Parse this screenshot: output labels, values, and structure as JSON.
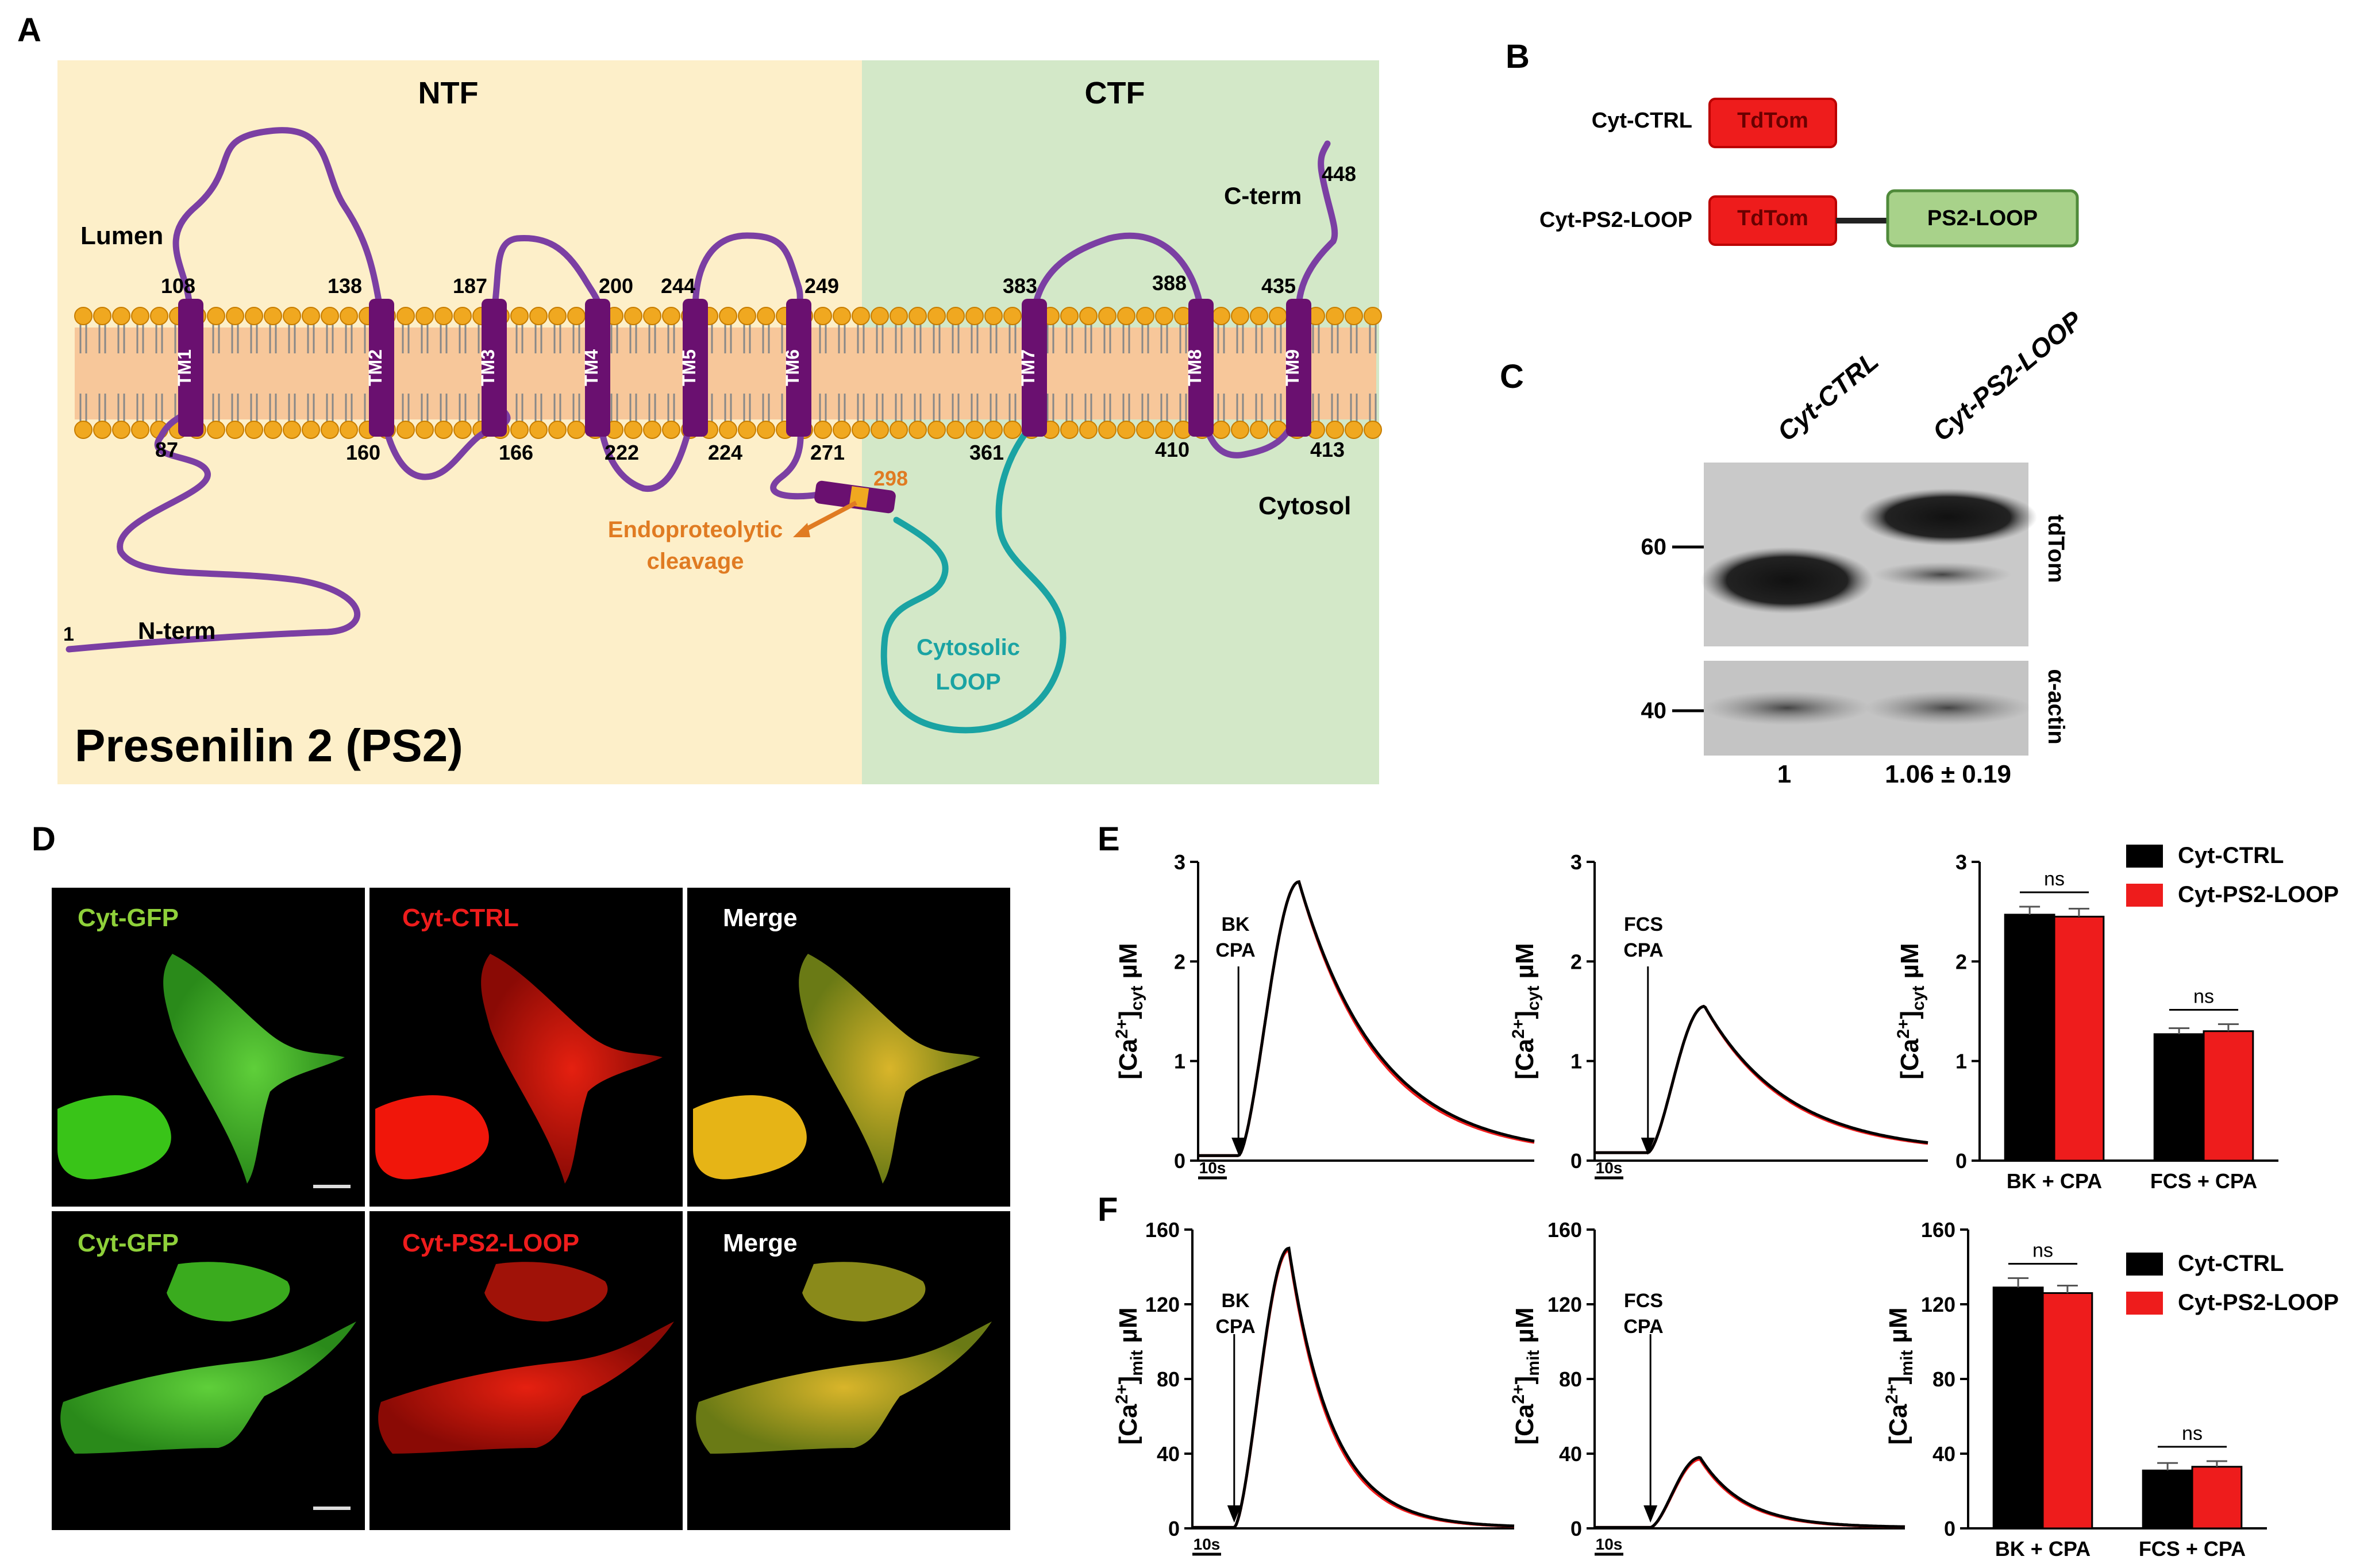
{
  "panels": {
    "a": "A",
    "b": "B",
    "c": "C",
    "d": "D",
    "e": "E",
    "f": "F"
  },
  "panel_a": {
    "ntf": "NTF",
    "ctf": "CTF",
    "lumen": "Lumen",
    "cytosol": "Cytosol",
    "nterm": "N-term",
    "cterm": "C-term",
    "res_start": "1",
    "res_end": "448",
    "cleavage_num": "298",
    "cleavage_1": "Endoproteolytic",
    "cleavage_2": "cleavage",
    "loop_1": "Cytosolic",
    "loop_2": "LOOP",
    "title": "Presenilin 2 (PS2)",
    "tms": [
      "TM1",
      "TM2",
      "TM3",
      "TM4",
      "TM5",
      "TM6",
      "TM7",
      "TM8",
      "TM9"
    ],
    "top_nums": [
      "108",
      "138",
      "187",
      "200",
      "244",
      "249",
      "383",
      "388",
      "435"
    ],
    "bottom_nums": [
      "87",
      "160",
      "166",
      "222",
      "224",
      "271",
      "361",
      "410",
      "413"
    ],
    "colors": {
      "ntf_bg": "#fdefc9",
      "ctf_bg": "#d3e8c8",
      "tm": "#6a1070",
      "chain": "#7b3fa3",
      "loop": "#1aa3a3",
      "cleave": "#e07b22",
      "head": "#f0a820"
    }
  },
  "panel_b": {
    "ctrl_label": "Cyt-CTRL",
    "loop_label": "Cyt-PS2-LOOP",
    "tdtom": "TdTom",
    "ps2loop": "PS2-LOOP",
    "colors": {
      "red": "#ee1c1c",
      "green": "#a8d28a"
    }
  },
  "panel_c": {
    "lane1": "Cyt-CTRL",
    "lane2": "Cyt-PS2-LOOP",
    "mw60": "60",
    "mw40": "40",
    "blot1": "tdTom",
    "blot2": "α-actin",
    "q1": "1",
    "q2": "1.06 ± 0.19"
  },
  "panel_d": {
    "row1": [
      "Cyt-GFP",
      "Cyt-CTRL",
      "Merge"
    ],
    "row2": [
      "Cyt-GFP",
      "Cyt-PS2-LOOP",
      "Merge"
    ]
  },
  "panel_e": {
    "ylabel_main": "[Ca",
    "ylabel_sup": "2+",
    "ylabel_end": "]",
    "ylabel_sub": "cyt",
    "ylabel_unit": " µM",
    "yticks": [
      "0",
      "1",
      "2",
      "3"
    ],
    "trace1_annot": [
      "BK",
      "CPA"
    ],
    "trace2_annot": [
      "FCS",
      "CPA"
    ],
    "scale": "10s",
    "bar_categories": [
      "BK + CPA",
      "FCS + CPA"
    ],
    "ns": "ns",
    "legend": [
      "Cyt-CTRL",
      "Cyt-PS2-LOOP"
    ]
  },
  "panel_f": {
    "ylabel_main": "[Ca",
    "ylabel_sup": "2+",
    "ylabel_end": "]",
    "ylabel_sub": "mit",
    "ylabel_unit": " µM",
    "yticks": [
      "0",
      "40",
      "80",
      "120",
      "160"
    ],
    "trace1_annot": [
      "BK",
      "CPA"
    ],
    "trace2_annot": [
      "FCS",
      "CPA"
    ],
    "scale": "10s",
    "bar_categories": [
      "BK + CPA",
      "FCS + CPA"
    ],
    "ns": "ns",
    "legend": [
      "Cyt-CTRL",
      "Cyt-PS2-LOOP"
    ]
  },
  "chart_data": [
    {
      "type": "line",
      "panel": "E-left",
      "ylim": [
        0,
        3
      ],
      "series": [
        {
          "name": "Cyt-CTRL",
          "peak": 2.8
        },
        {
          "name": "Cyt-PS2-LOOP",
          "peak": 2.8
        }
      ]
    },
    {
      "type": "line",
      "panel": "E-middle",
      "ylim": [
        0,
        3
      ],
      "series": [
        {
          "name": "Cyt-CTRL",
          "peak": 1.55
        },
        {
          "name": "Cyt-PS2-LOOP",
          "peak": 1.55
        }
      ]
    },
    {
      "type": "bar",
      "panel": "E-right",
      "categories": [
        "BK + CPA",
        "FCS + CPA"
      ],
      "ylim": [
        0,
        3
      ],
      "series": [
        {
          "name": "Cyt-CTRL",
          "values": [
            2.47,
            1.27
          ],
          "errors": [
            0.08,
            0.06
          ],
          "color": "#000000"
        },
        {
          "name": "Cyt-PS2-LOOP",
          "values": [
            2.45,
            1.3
          ],
          "errors": [
            0.08,
            0.07
          ],
          "color": "#ee1c1c"
        }
      ]
    },
    {
      "type": "line",
      "panel": "F-left",
      "ylim": [
        0,
        160
      ],
      "series": [
        {
          "name": "Cyt-CTRL",
          "peak": 150
        },
        {
          "name": "Cyt-PS2-LOOP",
          "peak": 149
        }
      ]
    },
    {
      "type": "line",
      "panel": "F-middle",
      "ylim": [
        0,
        160
      ],
      "series": [
        {
          "name": "Cyt-CTRL",
          "peak": 38
        },
        {
          "name": "Cyt-PS2-LOOP",
          "peak": 37
        }
      ]
    },
    {
      "type": "bar",
      "panel": "F-right",
      "categories": [
        "BK + CPA",
        "FCS + CPA"
      ],
      "ylim": [
        0,
        160
      ],
      "series": [
        {
          "name": "Cyt-CTRL",
          "values": [
            129,
            31
          ],
          "errors": [
            5,
            4
          ],
          "color": "#000000"
        },
        {
          "name": "Cyt-PS2-LOOP",
          "values": [
            126,
            33
          ],
          "errors": [
            4,
            3
          ],
          "color": "#ee1c1c"
        }
      ]
    }
  ]
}
